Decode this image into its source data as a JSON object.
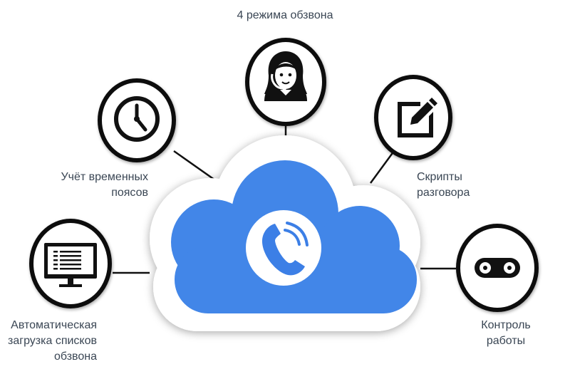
{
  "diagram": {
    "center": {
      "icon": "phone-call-icon"
    },
    "nodes": [
      {
        "id": "modes",
        "icon": "headset-operator-icon",
        "label_lines": [
          "4 режима обзвона"
        ]
      },
      {
        "id": "timezones",
        "icon": "clock-icon",
        "label_lines": [
          "Учёт временных",
          "поясов"
        ]
      },
      {
        "id": "scripts",
        "icon": "edit-document-icon",
        "label_lines": [
          "Скрипты",
          "разговора"
        ]
      },
      {
        "id": "autoload",
        "icon": "monitor-list-icon",
        "label_lines": [
          "Автоматическая",
          "загрузка списков",
          "обзвона"
        ]
      },
      {
        "id": "control",
        "icon": "voicemail-icon",
        "label_lines": [
          "Контроль",
          "работы"
        ]
      }
    ]
  },
  "colors": {
    "cloud_blue": "#4286e8",
    "cloud_outline": "#ffffff",
    "node_ring": "#0d0d0d",
    "label_text": "#3a4654",
    "connector": "#111111"
  }
}
